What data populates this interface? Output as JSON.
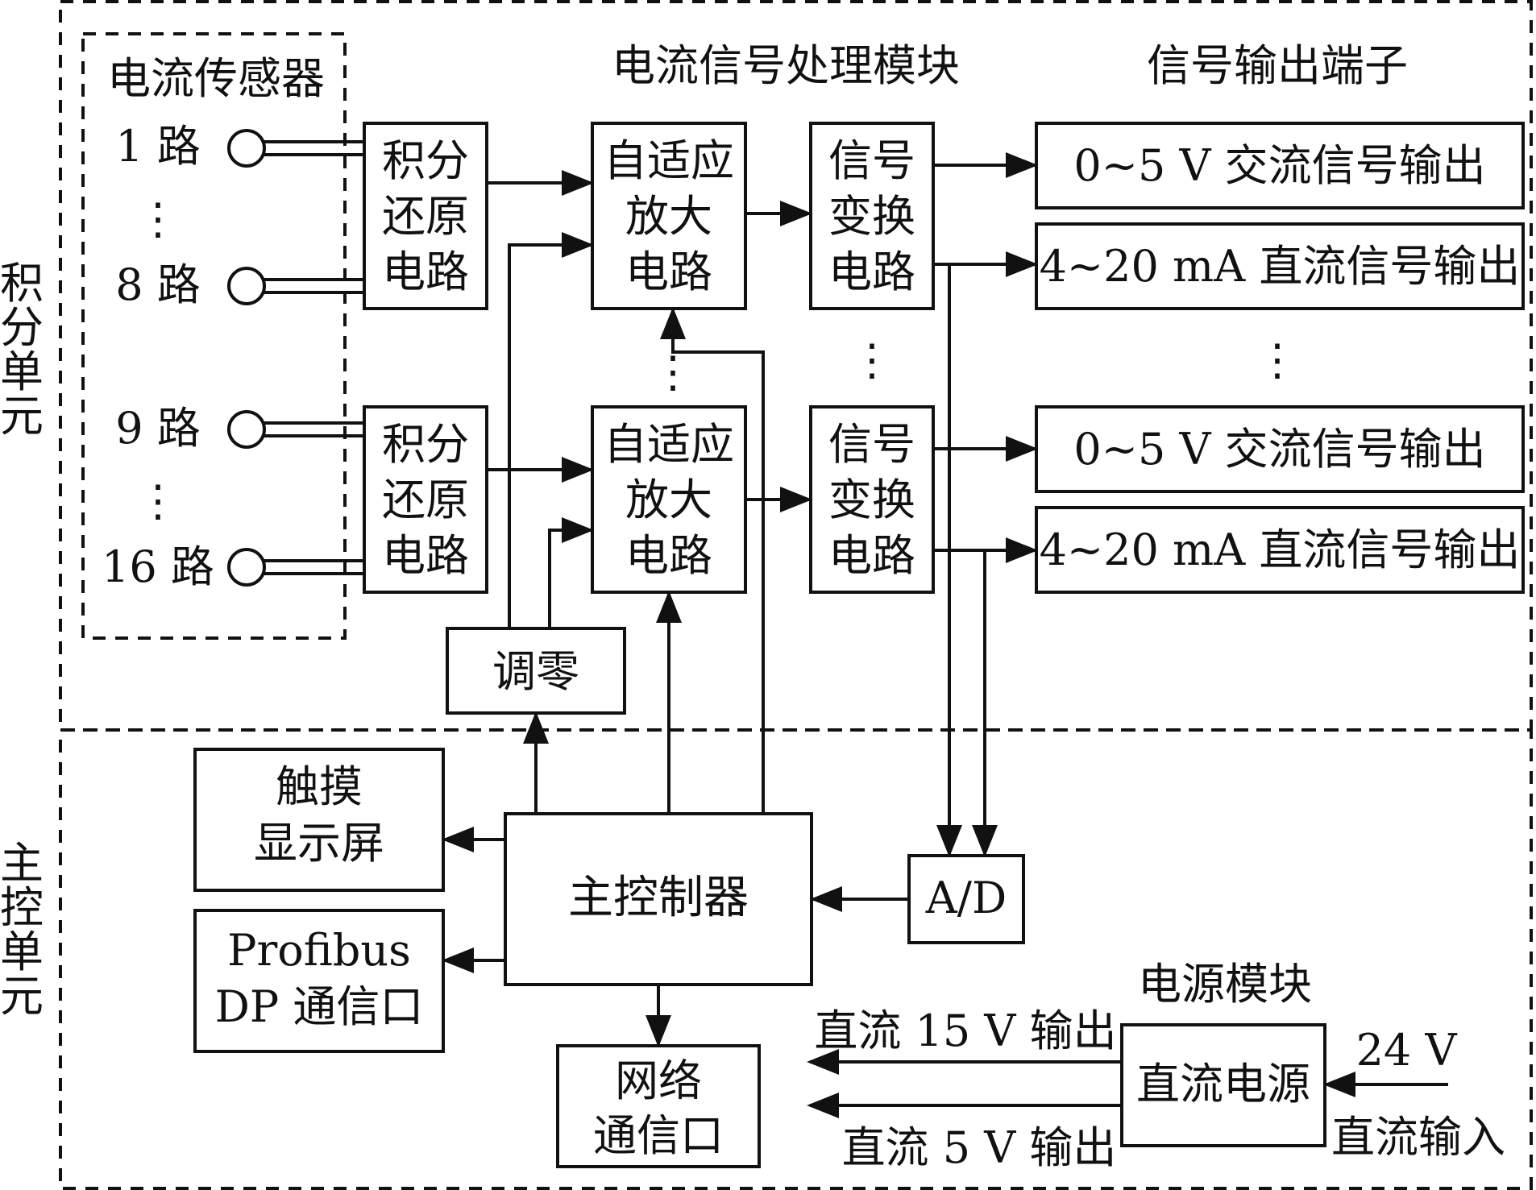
{
  "sections": {
    "integral_unit": "积分单元",
    "main_unit": "主控单元"
  },
  "headers": {
    "sensor": "电流传感器",
    "processing": "电流信号处理模块",
    "output": "信号输出端子",
    "power": "电源模块"
  },
  "channels": {
    "ch1": "1 路",
    "ch8": "8 路",
    "ch9": "9 路",
    "ch16": "16 路"
  },
  "blocks": {
    "integral_restore": [
      "积分",
      "还原",
      "电路"
    ],
    "adaptive_amp": [
      "自适应",
      "放大",
      "电路"
    ],
    "signal_convert": [
      "信号",
      "变换",
      "电路"
    ],
    "zero_adjust": "调零",
    "touch_screen": [
      "触摸",
      "显示屏"
    ],
    "profibus": [
      "Profibus",
      "DP 通信口"
    ],
    "main_controller": "主控制器",
    "network": [
      "网络",
      "通信口"
    ],
    "adc": "A/D",
    "dc_power": "直流电源"
  },
  "outputs": {
    "ac": "0~5 V 交流信号输出",
    "dc": "4~20 mA 直流信号输出"
  },
  "power": {
    "out15": "直流 15 V 输出",
    "out5": "直流 5 V 输出",
    "in_voltage": "24 V",
    "in_label": "直流输入"
  },
  "ellipsis": "⋮"
}
